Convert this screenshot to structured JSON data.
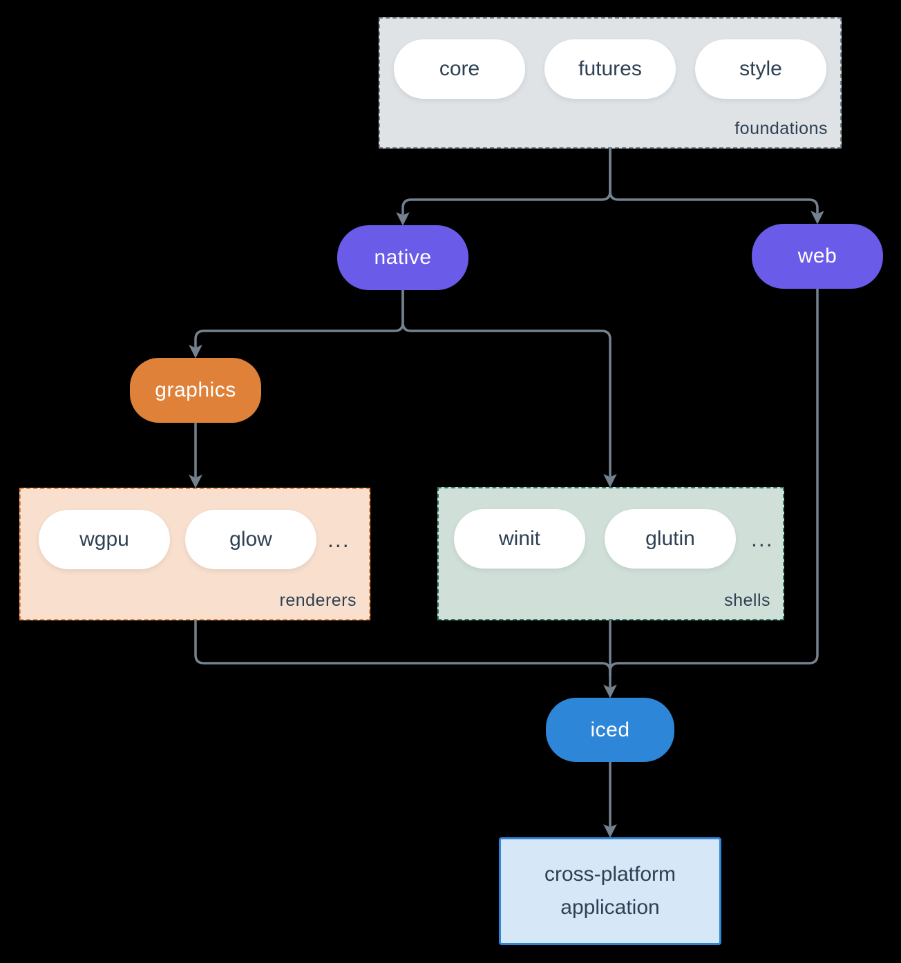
{
  "colors": {
    "background": "#000000",
    "arrow": "#74828f",
    "text_dark": "#2e4053",
    "text_light": "#ffffff",
    "pill_fill": "#ffffff",
    "purple": "#6a5be8",
    "orange": "#e0813a",
    "blue": "#2e86d8",
    "foundations_fill": "#dfe3e6",
    "foundations_border": "#7b8794",
    "renderers_fill": "#f9dfcd",
    "renderers_border": "#e8873d",
    "shells_fill": "#d0e0d8",
    "shells_border": "#2f7d6b",
    "app_fill": "#d6e8f8",
    "app_border": "#2e86d8"
  },
  "foundations": {
    "label": "foundations",
    "pills": [
      "core",
      "futures",
      "style"
    ]
  },
  "native": {
    "label": "native"
  },
  "web": {
    "label": "web"
  },
  "graphics": {
    "label": "graphics"
  },
  "renderers": {
    "label": "renderers",
    "pills": [
      "wgpu",
      "glow"
    ],
    "more": "..."
  },
  "shells": {
    "label": "shells",
    "pills": [
      "winit",
      "glutin"
    ],
    "more": "..."
  },
  "iced": {
    "label": "iced"
  },
  "application": {
    "lines": [
      "cross-platform",
      "application"
    ]
  }
}
